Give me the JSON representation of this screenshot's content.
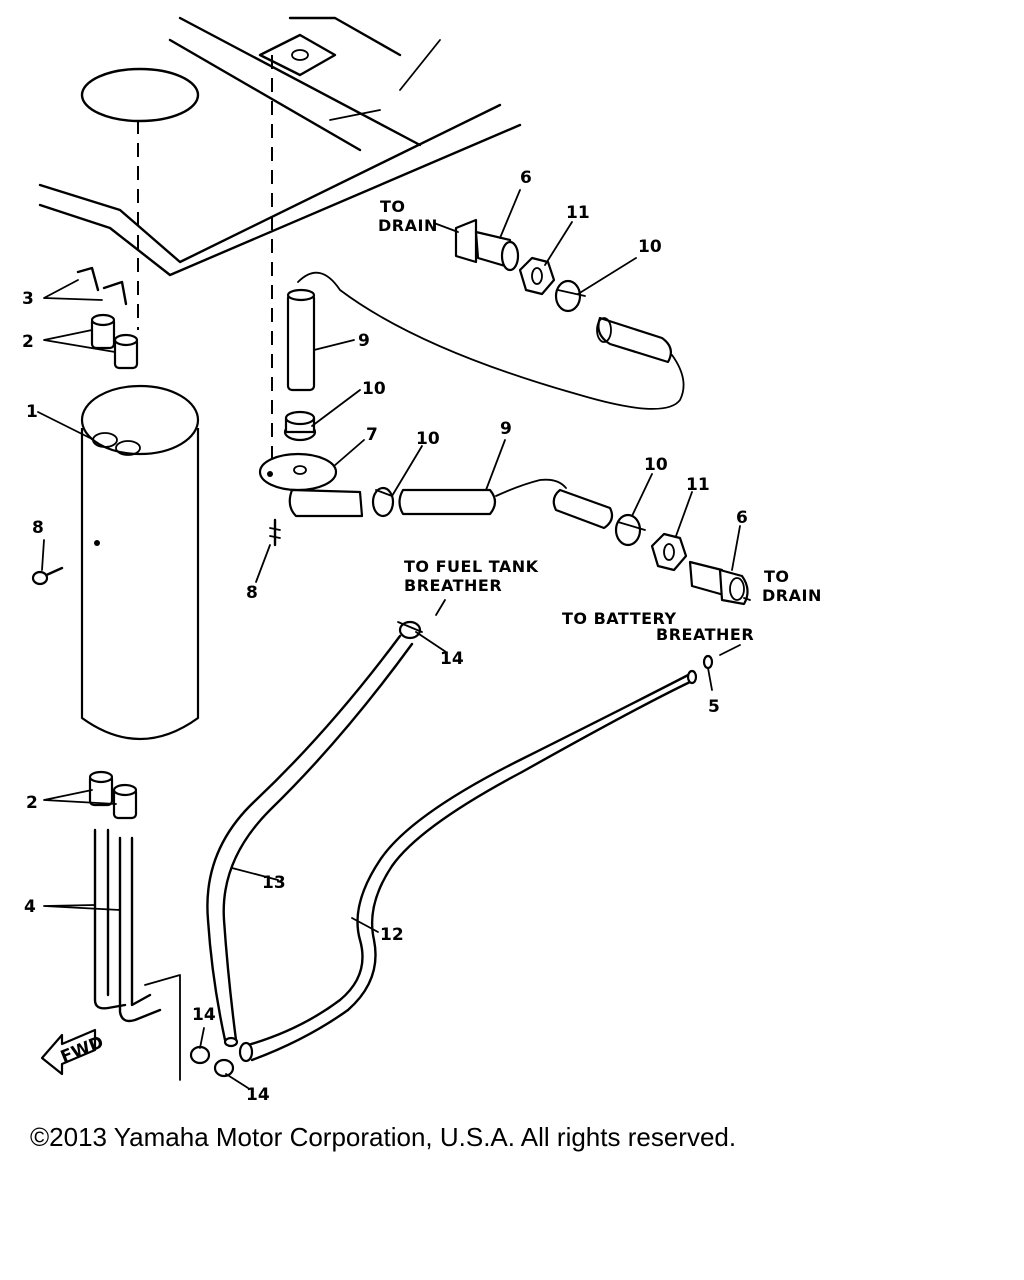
{
  "callouts": {
    "c1": "1",
    "c2a": "2",
    "c2b": "2",
    "c3": "3",
    "c4": "4",
    "c5": "5",
    "c6a": "6",
    "c6b": "6",
    "c7": "7",
    "c8a": "8",
    "c8b": "8",
    "c9a": "9",
    "c9b": "9",
    "c10a": "10",
    "c10b": "10",
    "c10c": "10",
    "c10d": "10",
    "c11a": "11",
    "c11b": "11",
    "c12": "12",
    "c13": "13",
    "c14a": "14",
    "c14b": "14",
    "c14c": "14"
  },
  "notes": {
    "to_drain_top_1": "TO",
    "to_drain_top_2": "DRAIN",
    "to_drain_right_1": "TO",
    "to_drain_right_2": "DRAIN",
    "fuel_tank_1": "TO FUEL TANK",
    "fuel_tank_2": "BREATHER",
    "battery_1": "TO BATTERY",
    "battery_2": "BREATHER",
    "fwd": "FWD"
  },
  "copyright": "©2013 Yamaha Motor Corporation, U.S.A. All rights reserved."
}
